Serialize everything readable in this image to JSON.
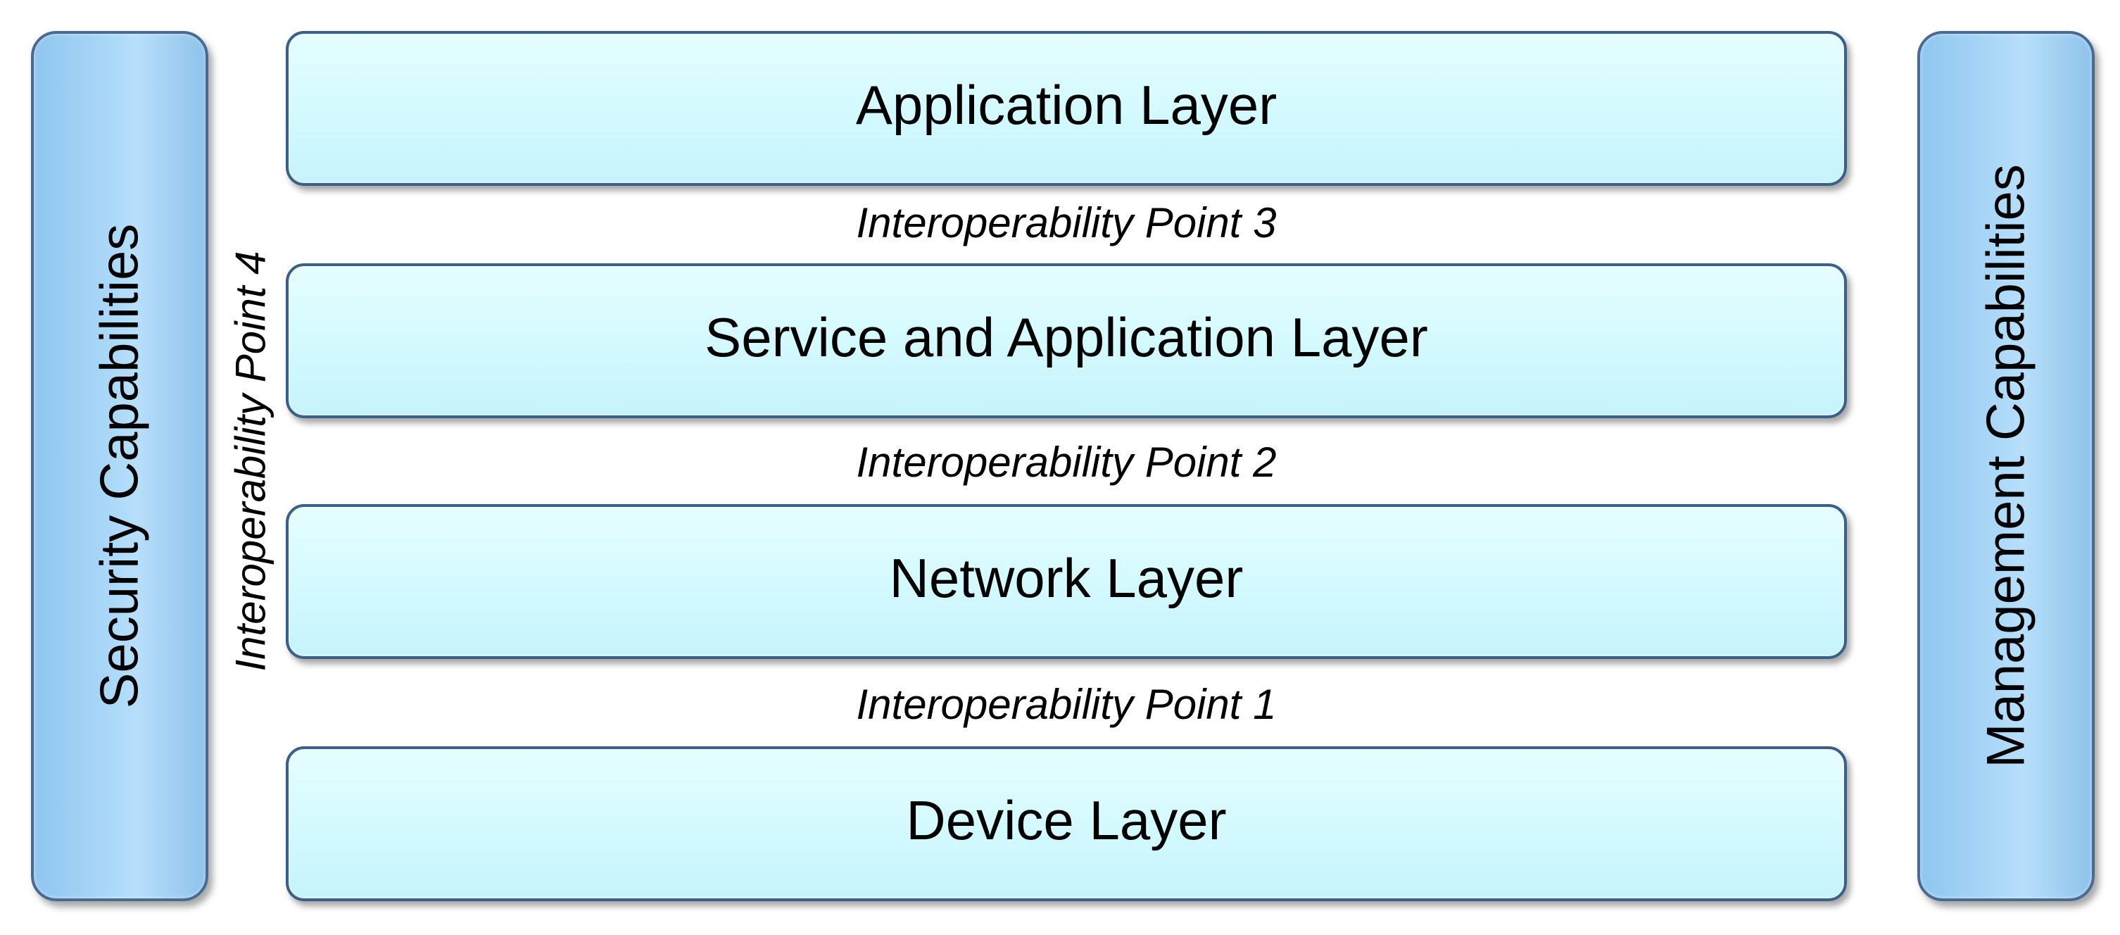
{
  "side_capabilities": {
    "left": "Security Capabilities",
    "right": "Management Capabilities"
  },
  "layers": [
    "Application Layer",
    "Service and Application Layer",
    "Network Layer",
    "Device Layer"
  ],
  "interoperability_points": {
    "point_3": "Interoperability Point 3",
    "point_2": "Interoperability Point 2",
    "point_1": "Interoperability Point 1",
    "point_4": "Interoperability Point 4"
  },
  "colors": {
    "pillar_fill": "#a8d6f7",
    "layer_fill": "#d4faff",
    "border": "#3b5f86"
  }
}
